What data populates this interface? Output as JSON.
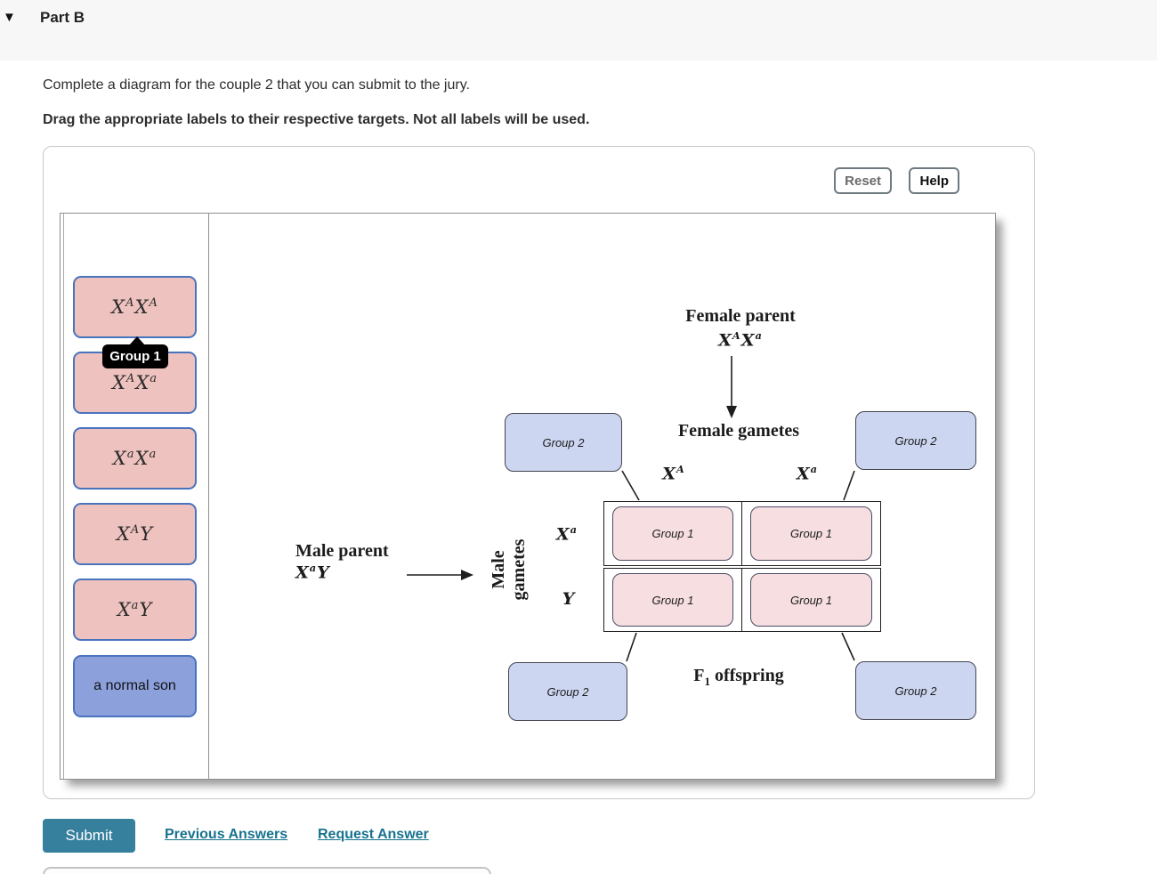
{
  "header": {
    "collapse_icon": "▼",
    "title": "Part B"
  },
  "instructions": {
    "line1": "Complete a diagram for the couple 2 that you can submit to the jury.",
    "line2": "Drag the appropriate labels to their respective targets. Not all labels will be used."
  },
  "toolbar": {
    "reset_label": "Reset",
    "help_label": "Help"
  },
  "palette": {
    "tooltip": "Group 1",
    "labels": [
      "X^AX^A",
      "X^AX^a",
      "X^aX^a",
      "X^AY",
      "X^aY"
    ],
    "text_label": "a normal son"
  },
  "diagram": {
    "female_parent_label": "Female parent",
    "female_parent_genotype": "X^AX^a",
    "female_gametes_label": "Female gametes",
    "female_gamete_1": "X^A",
    "female_gamete_2": "X^a",
    "male_parent_label": "Male parent",
    "male_parent_genotype": "X^aY",
    "male_gametes_line1": "Male",
    "male_gametes_line2": "gametes",
    "male_gamete_1": "X^a",
    "male_gamete_2": "Y",
    "offspring_label": "F_1 offspring"
  },
  "drop_targets": {
    "group1": [
      "Group 1",
      "Group 1",
      "Group 1",
      "Group 1"
    ],
    "group2": [
      "Group 2",
      "Group 2",
      "Group 2",
      "Group 2"
    ]
  },
  "footer": {
    "submit_label": "Submit",
    "previous_answers": "Previous Answers",
    "request_answer": "Request Answer"
  },
  "colors": {
    "accent_teal": "#36809e",
    "link_teal": "#17728f",
    "palette_pink": "#eec2be",
    "palette_blue": "#8ca0dc",
    "palette_border_blue": "#4a73bd",
    "group2_fill": "#ccd6f1",
    "group1_fill": "#f6dee1",
    "tooltip_bg": "#000000",
    "header_bg": "#f7f7f7"
  }
}
